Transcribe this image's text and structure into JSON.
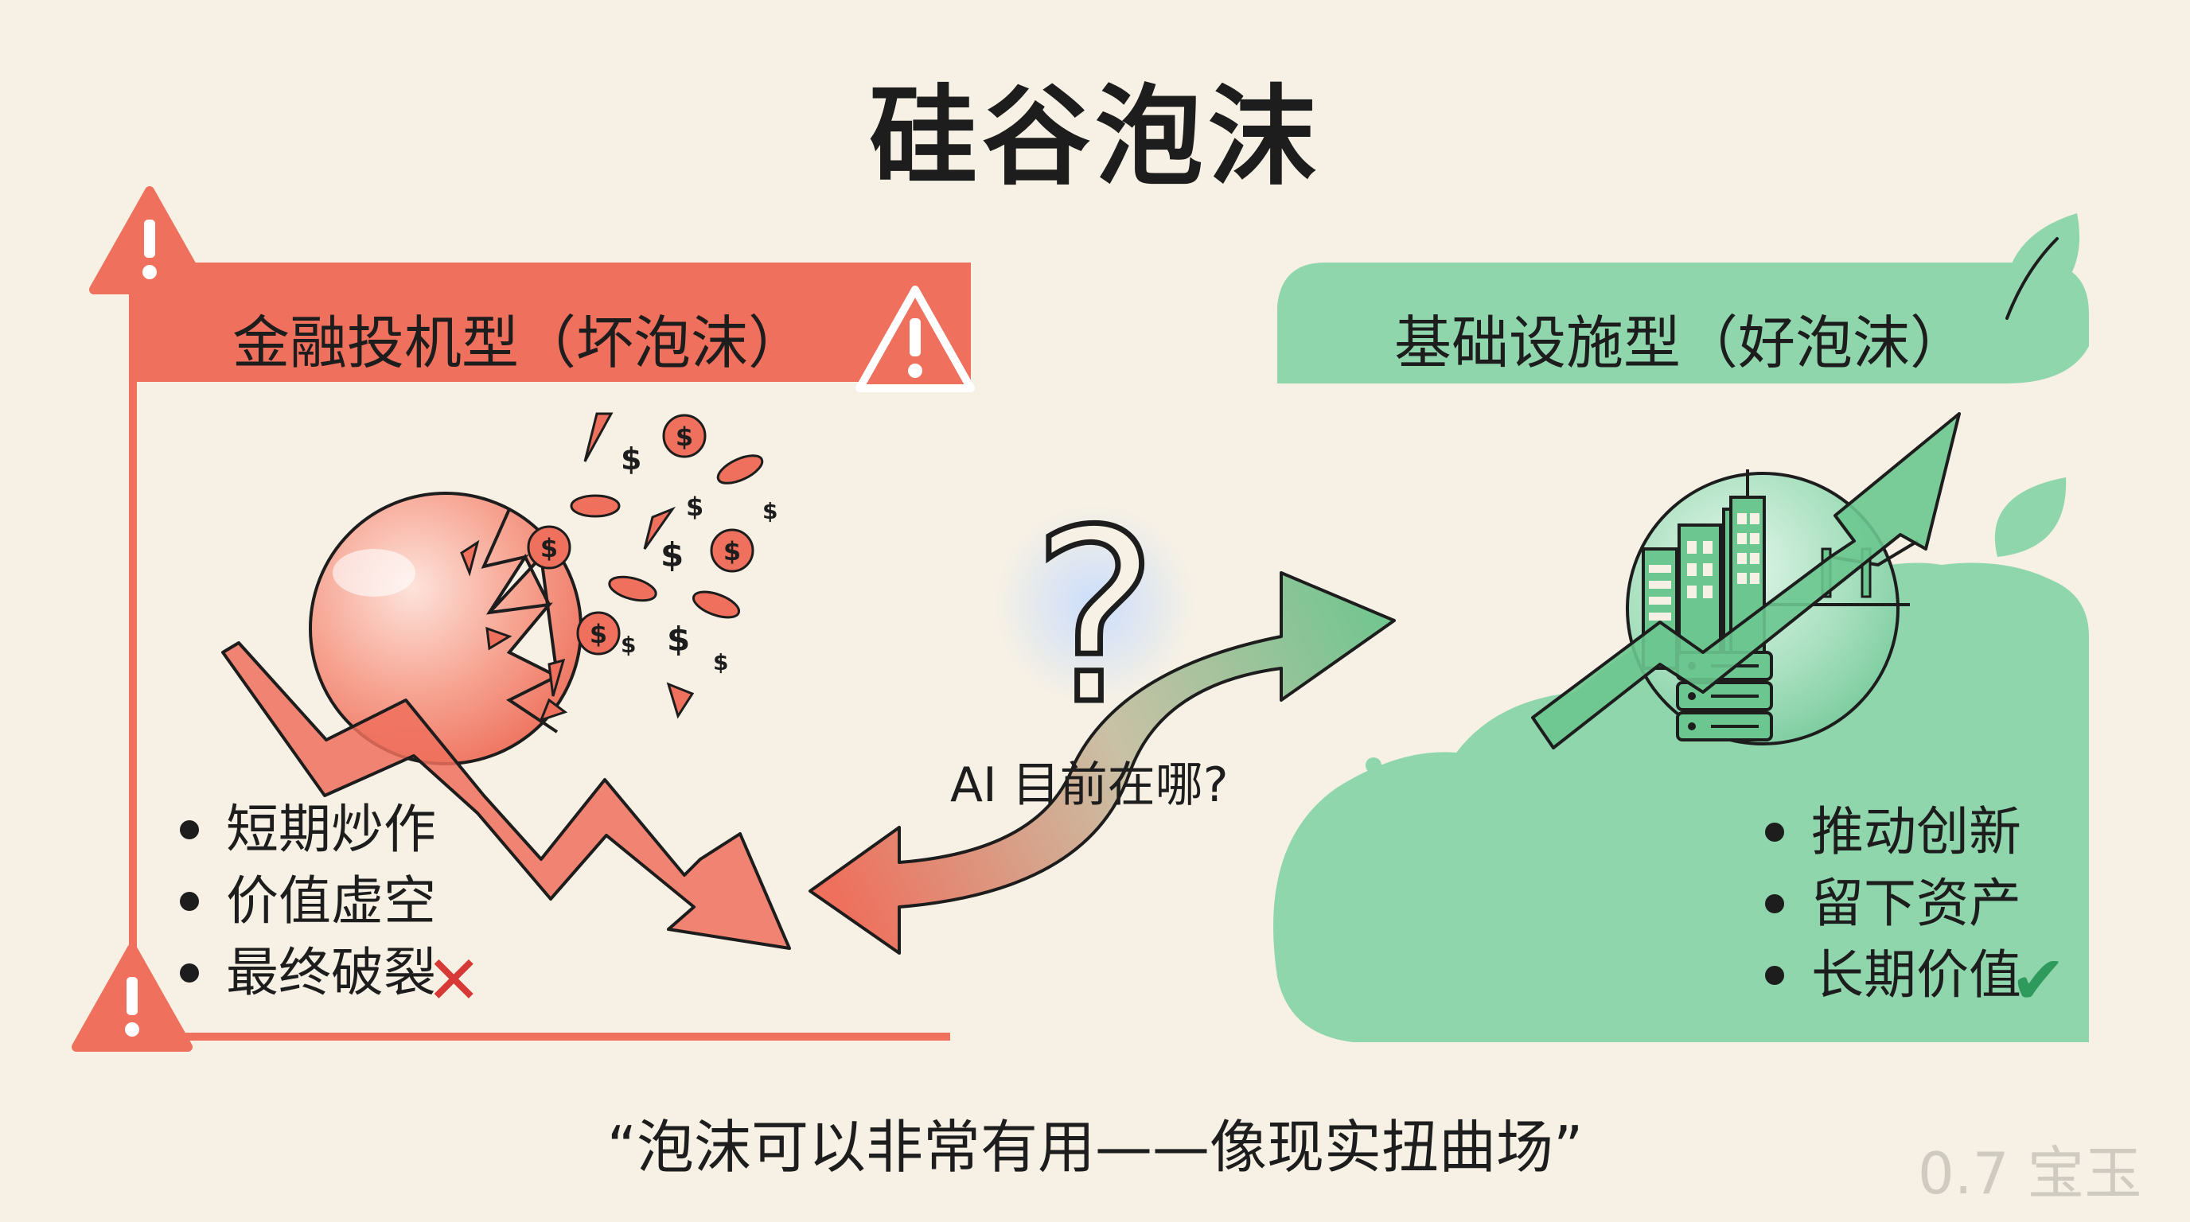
{
  "title": "硅谷泡沫",
  "bad_bubble": {
    "label": "金融投机型（坏泡沫）",
    "bullets": [
      "短期炒作",
      "价值虚空",
      "最终破裂"
    ],
    "final_mark": "✕"
  },
  "good_bubble": {
    "label": "基础设施型（好泡沫）",
    "bullets": [
      "推动创新",
      "留下资产",
      "长期价值"
    ],
    "final_mark": "✔"
  },
  "center": {
    "question_mark": "?",
    "question": "AI 目前在哪?"
  },
  "quote": "“泡沫可以非常有用——像现实扭曲场”",
  "watermark": "0.7 宝玉",
  "colors": {
    "background": "#f6f1e4",
    "bad_accent": "#ee705d",
    "good_accent": "#8fd6ad",
    "good_arrow": "#6cc68f",
    "ink": "#1d1d1d"
  },
  "icons": [
    "warning-icon",
    "cracked-bubble-icon",
    "coin-icon",
    "dollar-sign-icon",
    "down-trend-arrow-icon",
    "city-bubble-icon",
    "server-rack-icon",
    "up-trend-arrow-icon",
    "leaf-icon",
    "question-mark-icon",
    "double-arrow-icon",
    "cross-icon",
    "check-icon"
  ]
}
